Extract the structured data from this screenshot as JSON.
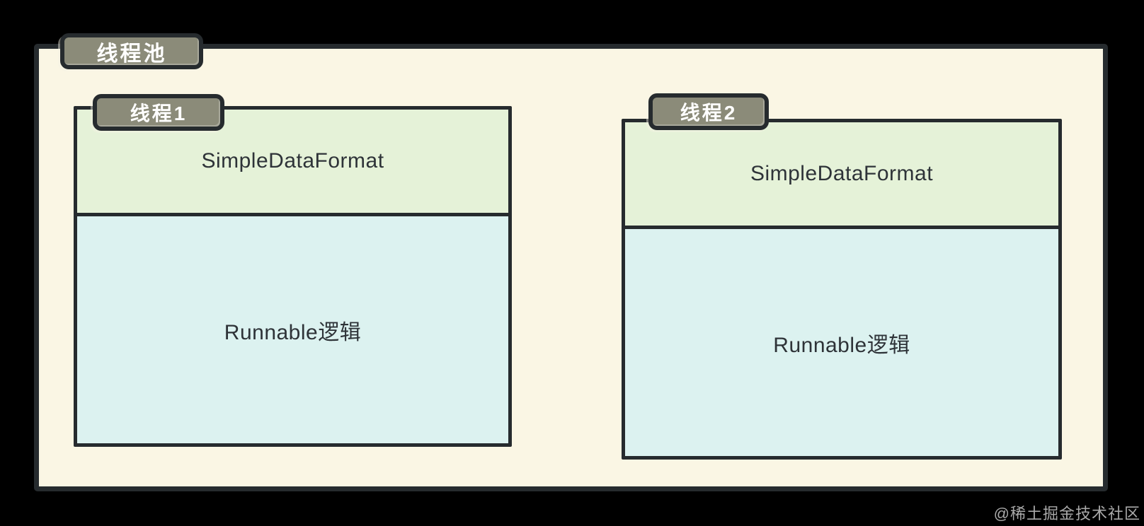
{
  "colors": {
    "page-bg": "#000000",
    "pool-bg": "#faf6e4",
    "border": "#262b2e",
    "tab-bg": "#8b8b79",
    "tab-text": "#ffffff",
    "green-section": "#e5f2d8",
    "blue-section": "#dcf2f0",
    "section-text": "#2e3338",
    "watermark-text": "#a9a9a9"
  },
  "diagram": {
    "pool_label": "线程池",
    "threads": [
      {
        "tab": "线程1",
        "sections": [
          {
            "label": "SimpleDataFormat"
          },
          {
            "label": "Runnable逻辑"
          }
        ]
      },
      {
        "tab": "线程2",
        "sections": [
          {
            "label": "SimpleDataFormat"
          },
          {
            "label": "Runnable逻辑"
          }
        ]
      }
    ]
  },
  "watermark": {
    "text": "@稀土掘金技术社区"
  }
}
